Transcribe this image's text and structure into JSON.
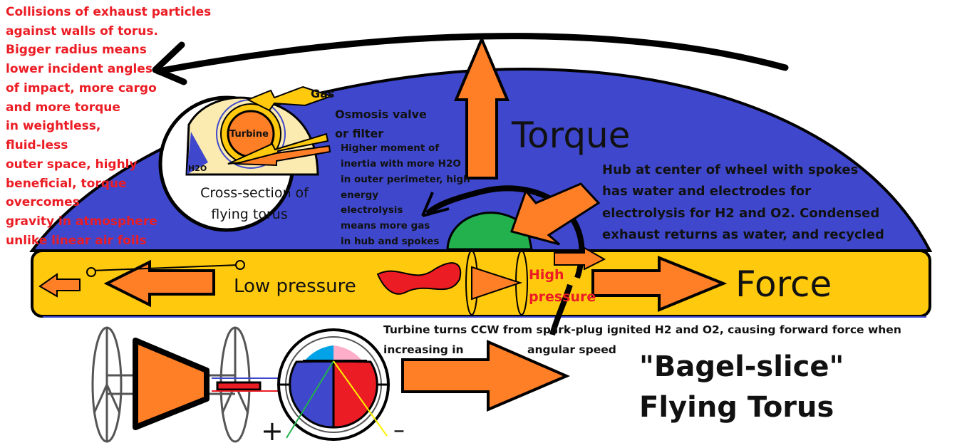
{
  "left_note": {
    "lines": [
      "Collisions of exhaust particles",
      "against walls of torus.",
      "Bigger radius means",
      "lower incident angles",
      "of impact, more cargo",
      "and more torque",
      "in weightless,",
      "fluid-less",
      "outer space, highly",
      "beneficial, torque",
      "overcomes",
      "gravity in atmosphere",
      "unlike linear air foils"
    ]
  },
  "cross_section": {
    "turbine_label": "Turbine",
    "h2o_label": "H2O",
    "caption_lines": [
      "Cross-section of",
      "flying torus"
    ]
  },
  "labels": {
    "gas": "Gas",
    "osmosis_lines": [
      "Osmosis valve",
      "or filter"
    ],
    "inertia_lines": [
      "Higher moment of",
      "inertia with more H2O",
      "in outer perimeter, high",
      "energy",
      "electrolysis",
      "means more gas",
      "in hub and spokes"
    ],
    "torque": "Torque",
    "hub_lines": [
      "Hub at center of wheel with spokes",
      "has water and electrodes for",
      "electrolysis for H2 and O2. Condensed",
      "exhaust returns as water, and recycled"
    ],
    "low_pressure": "Low pressure",
    "high_pressure_lines": [
      "High",
      "pressure"
    ],
    "force": "Force",
    "turbine_note_line1": "Turbine turns CCW from spark-plug ignited H2 and O2, causing forward force when",
    "turbine_note_line2a": "increasing in",
    "turbine_note_line2b": "angular speed",
    "plus": "+",
    "minus": "–"
  },
  "title": {
    "line1": "\"Bagel-slice\"",
    "line2": "Flying Torus"
  },
  "colors": {
    "dome": "#3f48cc",
    "band": "#ffc90e",
    "arrow": "#ff7f27",
    "hub": "#22b14c",
    "red_text": "#ec1c24",
    "cream": "#fcebb0"
  }
}
